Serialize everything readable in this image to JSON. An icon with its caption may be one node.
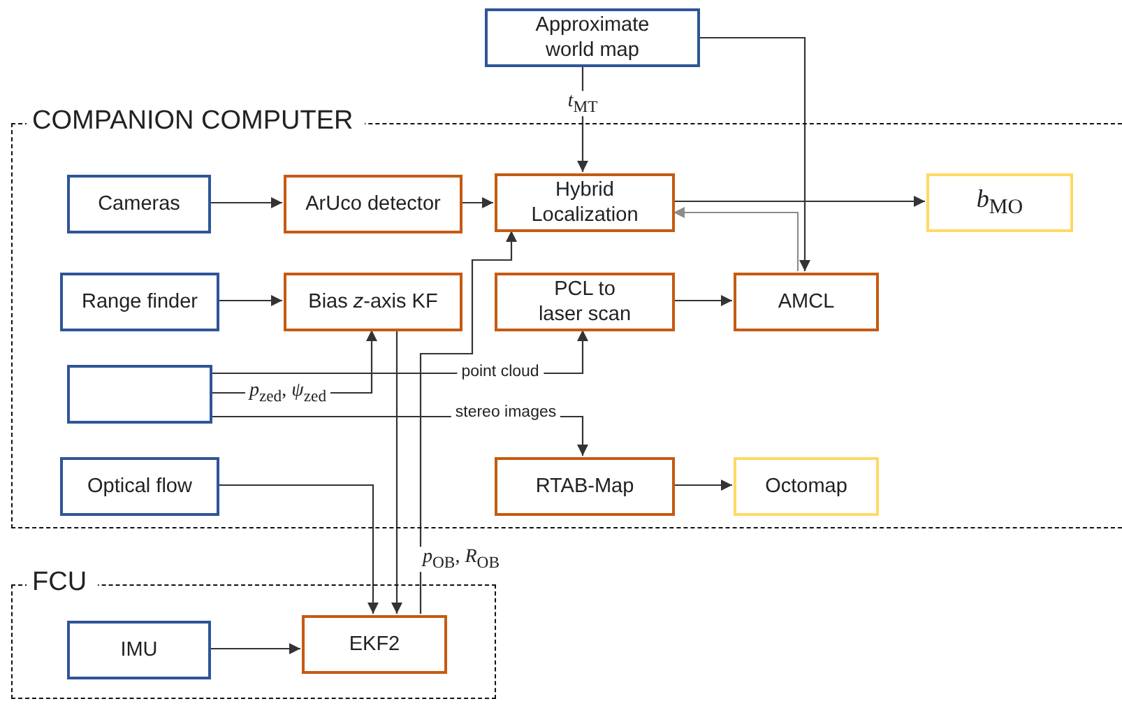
{
  "diagram": {
    "nodes": [
      {
        "text": [
          "Approximate world map"
        ]
      },
      {
        "text": [
          "COMPANION COMPUTER"
        ]
      },
      {
        "text": [
          "Cameras"
        ],
        "in": 1
      },
      {
        "text": [
          "ArUco detector"
        ],
        "in": 1
      },
      {
        "text": [
          "Hybrid Localization"
        ],
        "in": 1
      },
      {
        "text": [
          "*b*$_{MO}$"
        ],
        "in": 1
      },
      {
        "text": [
          "Range finder"
        ],
        "in": 1
      },
      {
        "text": [
          "Bias *z*-axis KF"
        ],
        "in": 1
      },
      {
        "text": [
          "PCL to laser scan"
        ],
        "in": 1
      },
      {
        "text": [
          "AMCL"
        ],
        "in": 1
      },
      {
        "text": [],
        "shape": "box",
        "in": 1
      },
      {
        "text": [
          "Optical flow"
        ],
        "in": 1
      },
      {
        "text": [
          "RTAB-Map"
        ],
        "in": 1
      },
      {
        "text": [
          "Octomap"
        ],
        "in": 1
      },
      {
        "text": [
          "FCU"
        ]
      },
      {
        "text": [
          "IMU"
        ],
        "in": 14
      },
      {
        "text": [
          "EKF2"
        ],
        "in": 14
      }
    ],
    "edges": [
      {
        "from": 2,
        "to": 3,
        "arrow": "to"
      },
      {
        "from": 3,
        "to": 4,
        "arrow": "to"
      },
      {
        "from": 0,
        "to": 4,
        "arrow": "to",
        "label": "*t*$_{MT}$"
      },
      {
        "from": 0,
        "to": 9,
        "arrow": "to"
      },
      {
        "from": 9,
        "to": 4,
        "arrow": "to",
        "color": "#8c8c8c"
      },
      {
        "from": 4,
        "to": 5,
        "arrow": "to"
      },
      {
        "from": 6,
        "to": 7,
        "arrow": "to"
      },
      {
        "from": 8,
        "to": 9,
        "arrow": "to"
      },
      {
        "from": 10,
        "to": 7,
        "arrow": "to",
        "label": "*p*$_{zed}$, *ψ*$_{zed}$"
      },
      {
        "from": 10,
        "to": 8,
        "arrow": "to",
        "label": "point cloud"
      },
      {
        "from": 10,
        "to": 12,
        "arrow": "to",
        "label": "stereo images"
      },
      {
        "from": 11,
        "to": 16,
        "arrow": "to"
      },
      {
        "from": 7,
        "to": 16,
        "arrow": "to"
      },
      {
        "from": 16,
        "to": 4,
        "arrow": "to",
        "label": "*p*$_{OB}$, *R*$_{OB}$"
      },
      {
        "from": 12,
        "to": 13,
        "arrow": "to"
      },
      {
        "from": 15,
        "to": 16,
        "arrow": "to"
      }
    ]
  }
}
